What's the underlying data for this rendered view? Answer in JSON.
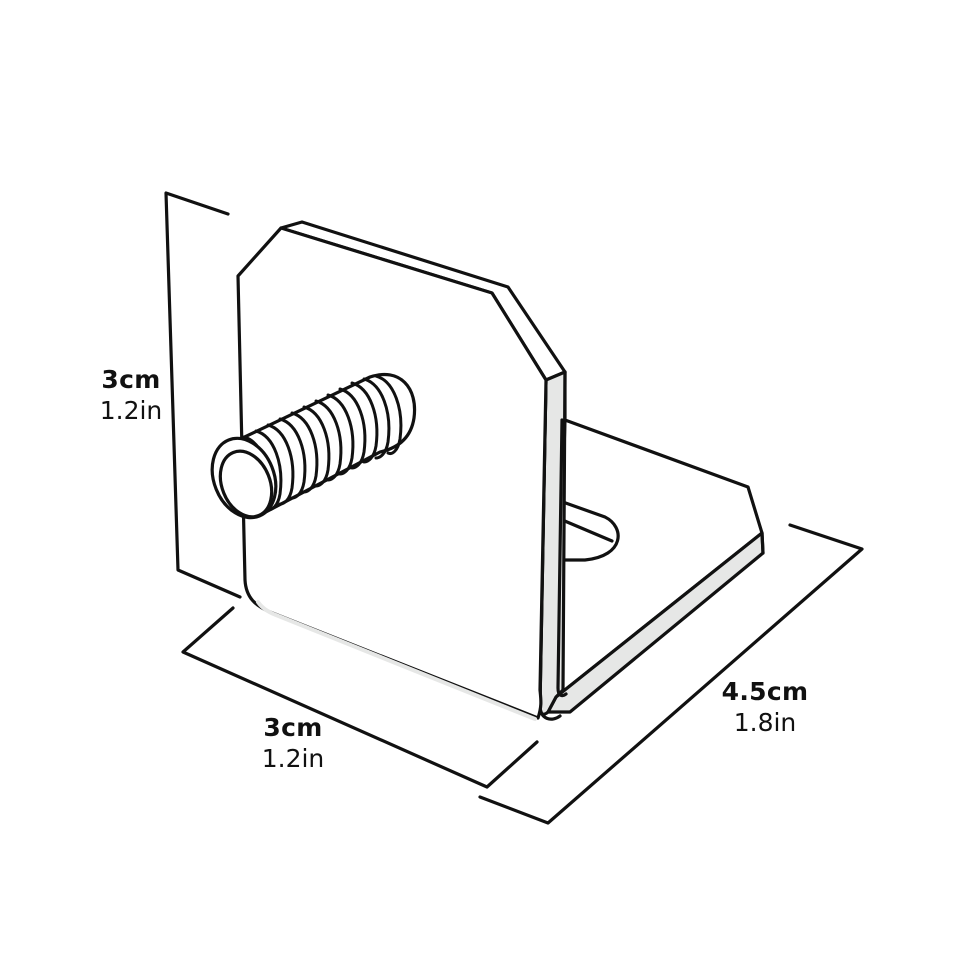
{
  "diagram": {
    "subject": "L-shaped angle bracket with threaded stud",
    "colors": {
      "stroke": "#111111",
      "edge_fill": "#e6e7e6",
      "face_fill": "#ffffff",
      "background": "#ffffff"
    },
    "dimensions": {
      "height": {
        "metric": "3cm",
        "imperial": "1.2in"
      },
      "width": {
        "metric": "3cm",
        "imperial": "1.2in"
      },
      "depth": {
        "metric": "4.5cm",
        "imperial": "1.8in"
      }
    },
    "parts": [
      {
        "name": "vertical-plate",
        "label": ""
      },
      {
        "name": "base-plate",
        "label": ""
      },
      {
        "name": "threaded-stud",
        "label": ""
      },
      {
        "name": "mounting-slot",
        "label": ""
      }
    ]
  }
}
